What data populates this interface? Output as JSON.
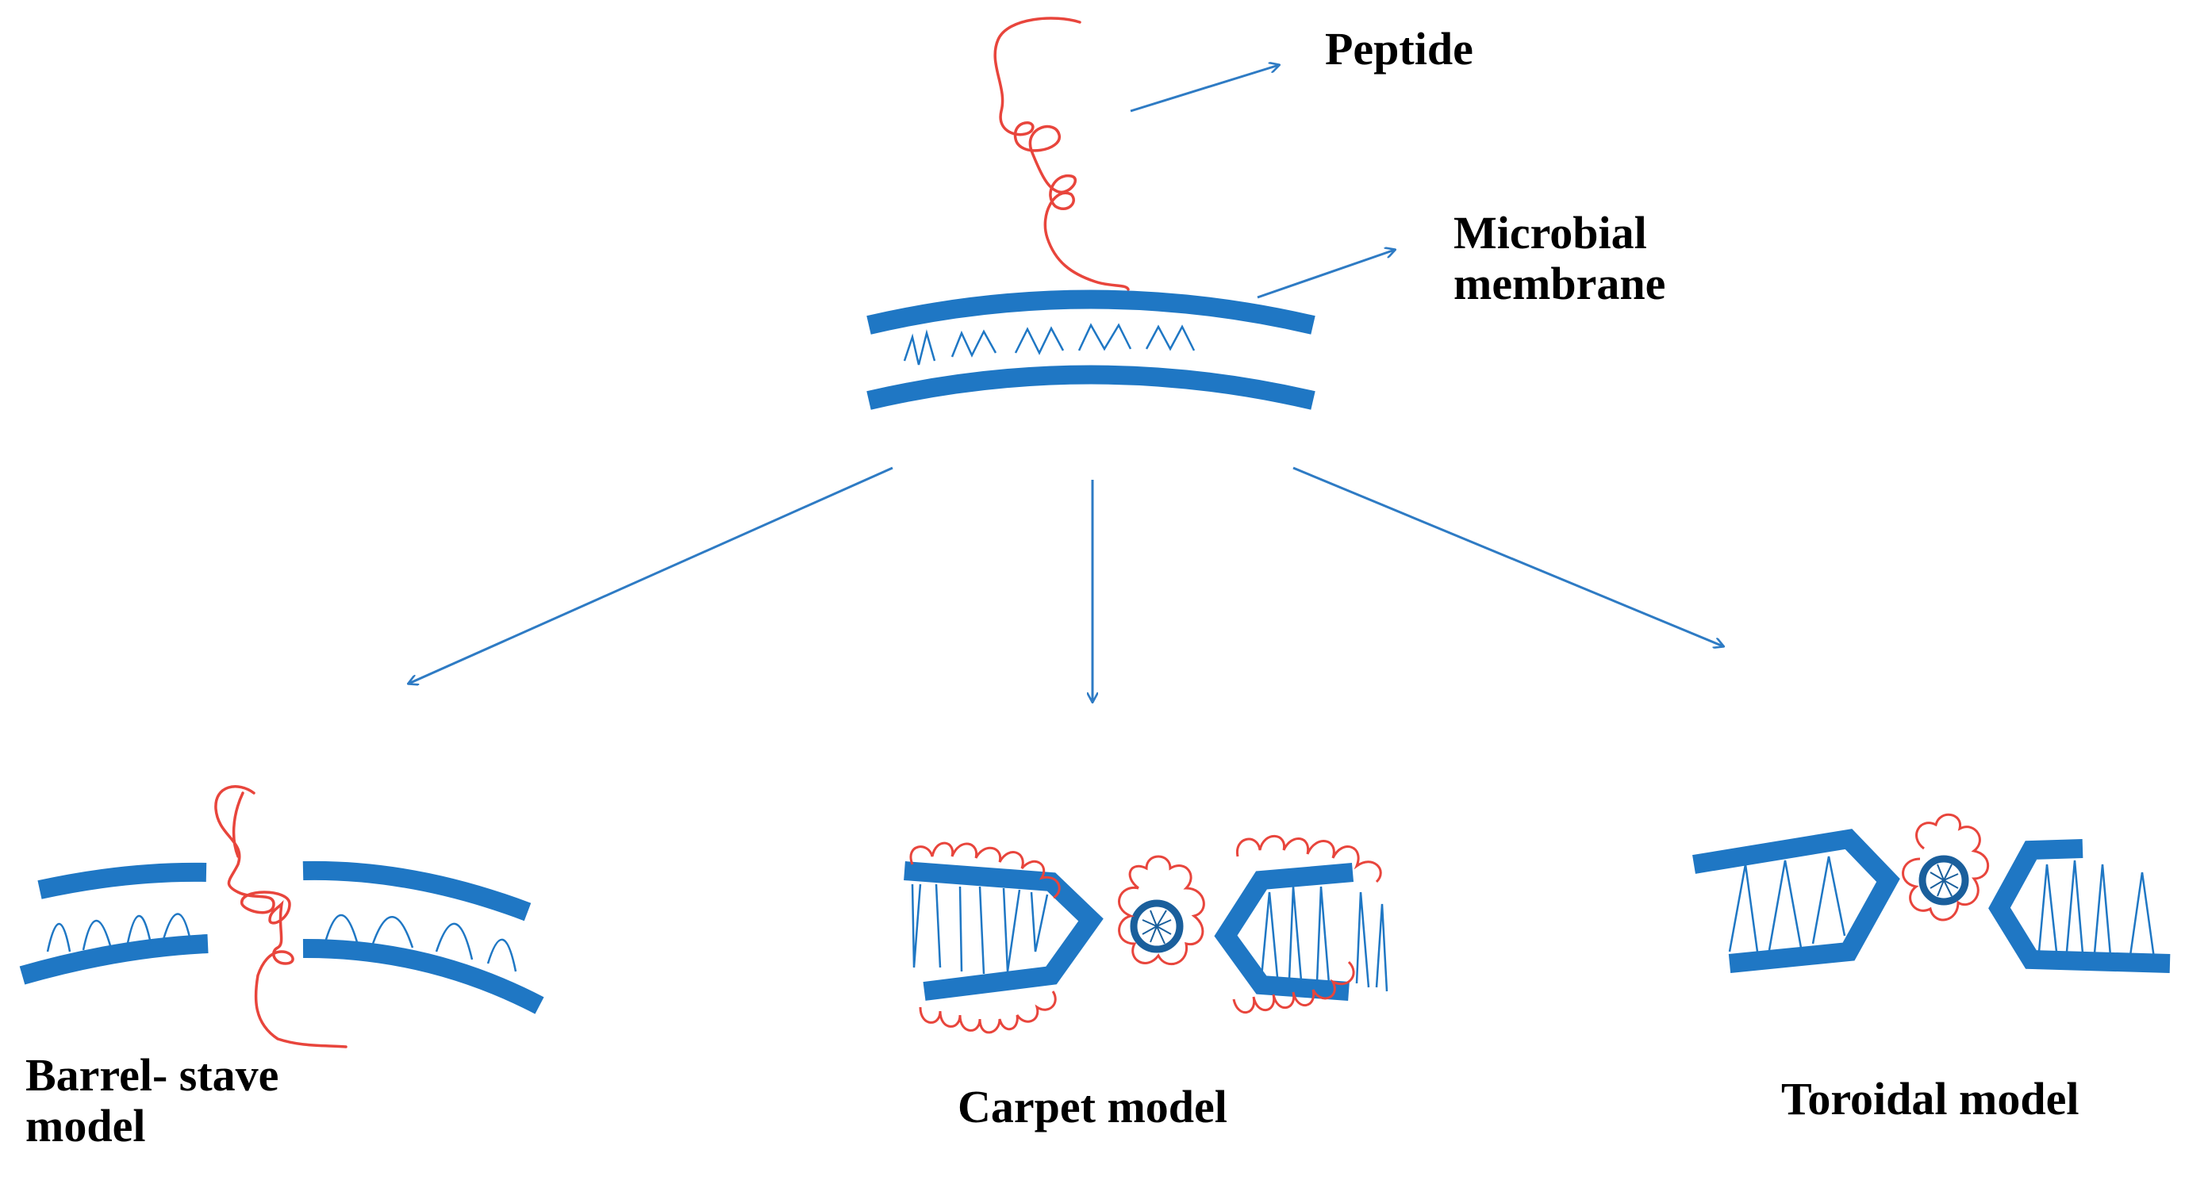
{
  "labels": {
    "peptide": "Peptide",
    "membrane_line1": "Microbial",
    "membrane_line2": "membrane",
    "barrel_line1": "Barrel- stave",
    "barrel_line2": "model",
    "carpet": "Carpet model",
    "toroidal": "Toroidal model"
  },
  "colors": {
    "membrane": "#1f77c4",
    "membrane_dark": "#1a5f9c",
    "peptide": "#e8453c",
    "arrow": "#2e7bc4",
    "text": "#000000"
  }
}
